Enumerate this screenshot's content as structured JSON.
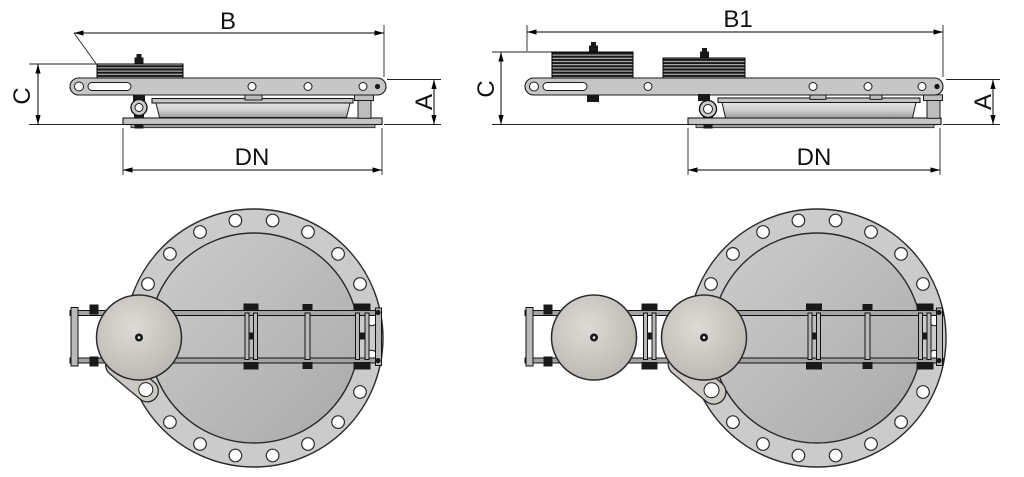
{
  "drawing": {
    "side_view_single": {
      "width_label": "B",
      "height_overall_label": "C",
      "height_cover_label": "A",
      "nominal_diameter_label": "DN"
    },
    "side_view_double": {
      "width_label": "B1",
      "height_overall_label": "C",
      "height_cover_label": "A",
      "nominal_diameter_label": "DN"
    }
  },
  "colors": {
    "background": "#ffffff",
    "part_gray": "#c6c6c6",
    "flange_gray": "#cbcbcb",
    "counterweight_dark": "#191919",
    "disc_gray": "#d6d3ce",
    "outline": "#1a1a1a"
  }
}
